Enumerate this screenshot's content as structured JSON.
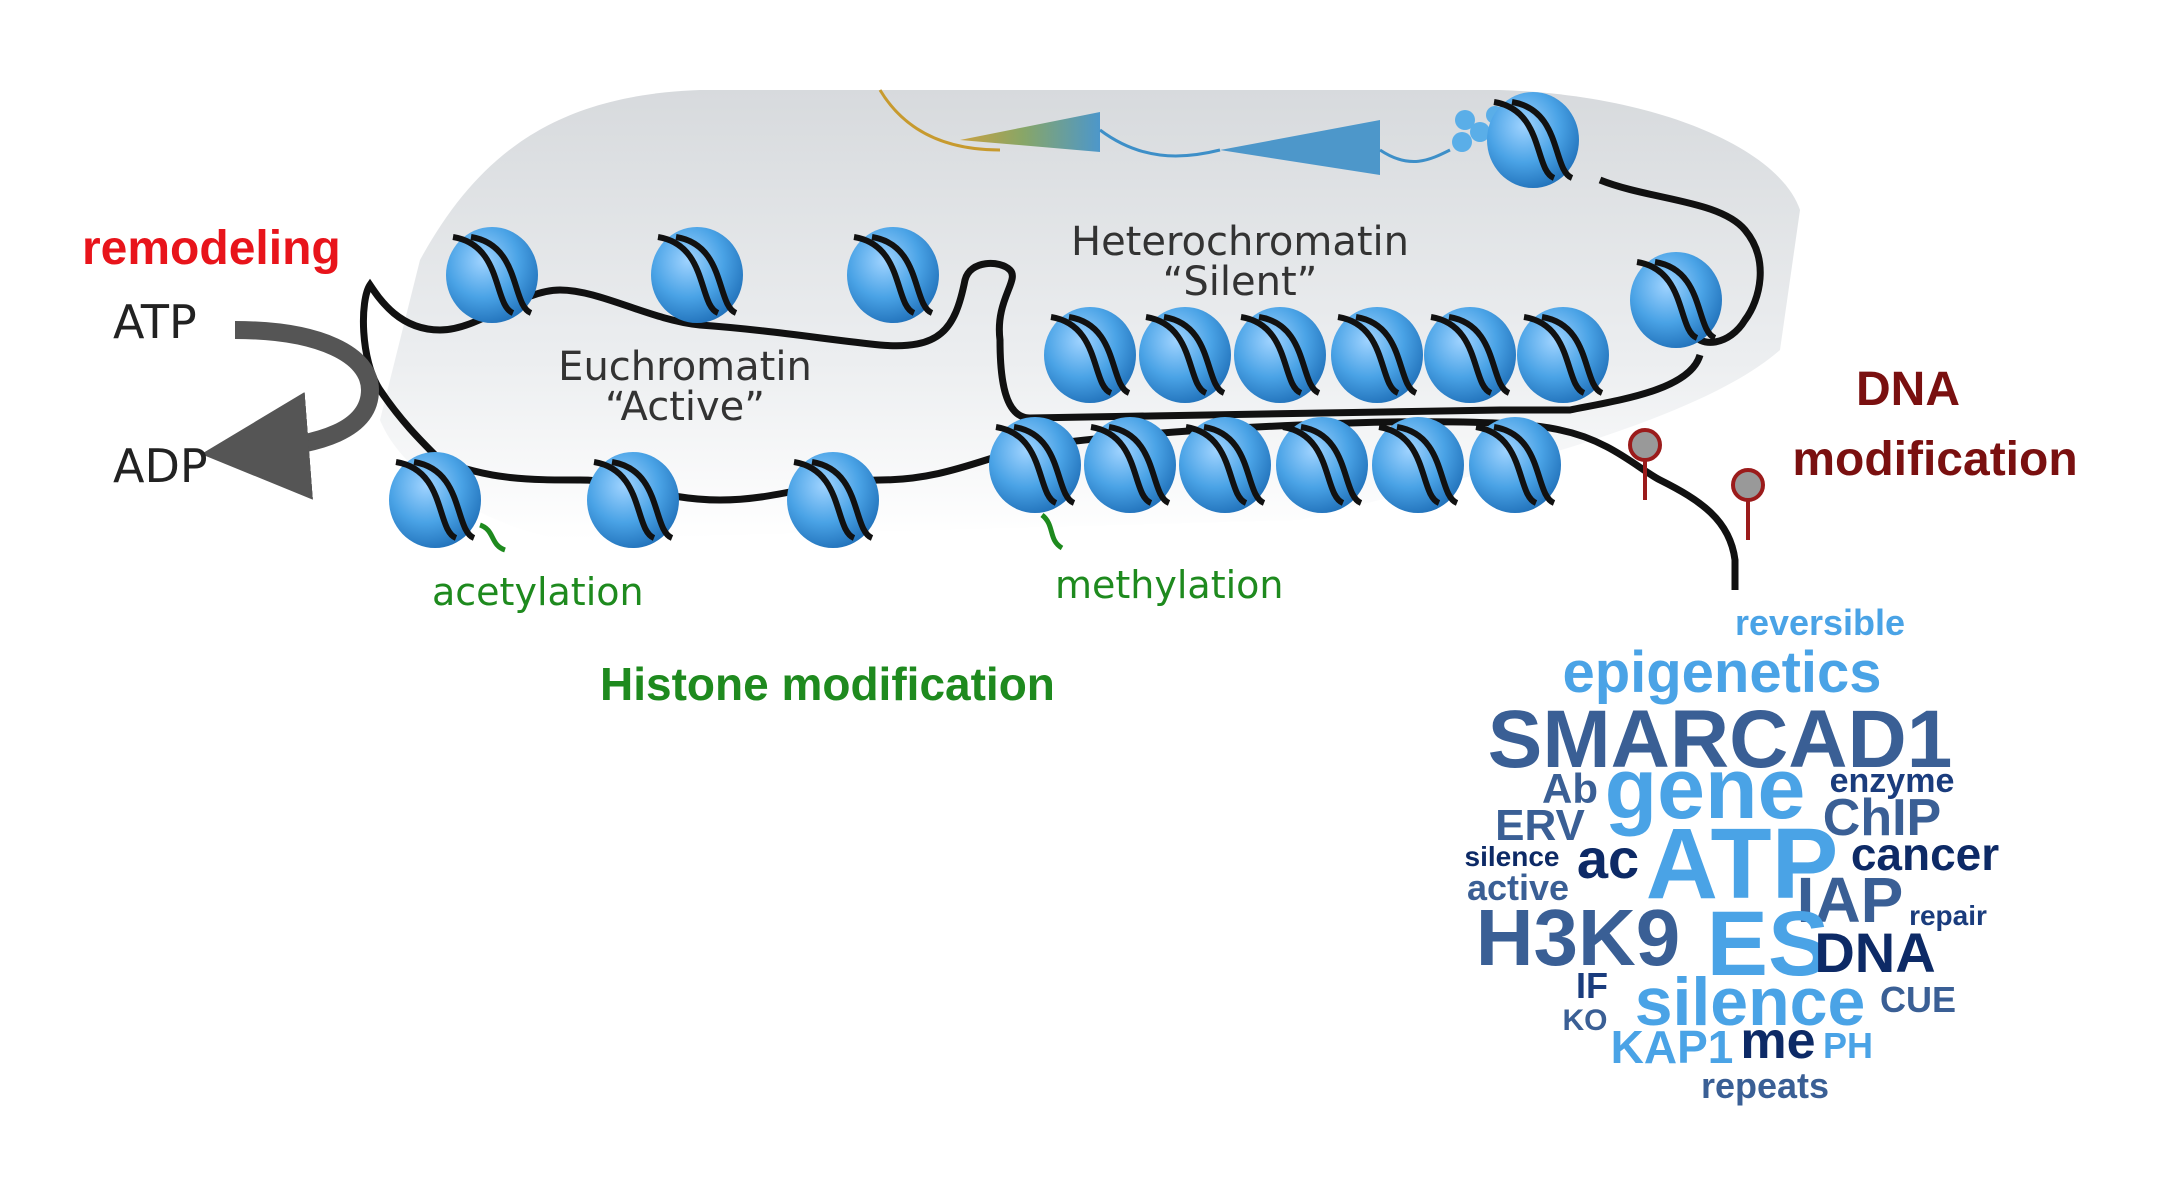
{
  "remodeling": {
    "title": "remodeling",
    "input": "ATP",
    "output": "ADP",
    "title_color": "#e8141b"
  },
  "regions": {
    "euchromatin": {
      "line1": "Euchromatin",
      "line2": "“Active”"
    },
    "heterochromatin": {
      "line1": "Heterochromatin",
      "line2": "“Silent”"
    }
  },
  "marks": {
    "acetylation": "acetylation",
    "methylation": "methylation",
    "color": "#1e8a1e"
  },
  "histone_modification": {
    "label": "Histone modification",
    "color": "#1e8a1e"
  },
  "dna_modification": {
    "line1": "DNA",
    "line2": "modification",
    "color": "#7a1010"
  },
  "colors": {
    "nucleosome": "#4aa3e6",
    "dna": "#111111",
    "background_cloud": "#e9ecef"
  },
  "word_cloud": {
    "palette": [
      "#4aa3e6",
      "#3a5f95",
      "#0d2a66",
      "#1a3c7d",
      "#5b8fc9"
    ],
    "words": [
      {
        "text": "reversible",
        "color": "#4aa3e6"
      },
      {
        "text": "epigenetics",
        "color": "#4aa3e6"
      },
      {
        "text": "SMARCAD1",
        "color": "#3a5f95"
      },
      {
        "text": "Ab",
        "color": "#3a5f95"
      },
      {
        "text": "gene",
        "color": "#4aa3e6"
      },
      {
        "text": "enzyme",
        "color": "#1a3c7d"
      },
      {
        "text": "ERV",
        "color": "#3a5f95"
      },
      {
        "text": "ChIP",
        "color": "#3a5f95"
      },
      {
        "text": "silence",
        "color": "#0d2a66"
      },
      {
        "text": "ac",
        "color": "#0d2a66"
      },
      {
        "text": "ATP",
        "color": "#4aa3e6"
      },
      {
        "text": "cancer",
        "color": "#0d2a66"
      },
      {
        "text": "active",
        "color": "#3a5f95"
      },
      {
        "text": "IAP",
        "color": "#3a5f95"
      },
      {
        "text": "repair",
        "color": "#1a3c7d"
      },
      {
        "text": "H3K9",
        "color": "#3a5f95"
      },
      {
        "text": "ES",
        "color": "#4aa3e6"
      },
      {
        "text": "DNA",
        "color": "#0d2a66"
      },
      {
        "text": "IF",
        "color": "#1a3c7d"
      },
      {
        "text": "silence",
        "color": "#4aa3e6"
      },
      {
        "text": "CUE",
        "color": "#3a5f95"
      },
      {
        "text": "KO",
        "color": "#3a5f95"
      },
      {
        "text": "KAP1",
        "color": "#4aa3e6"
      },
      {
        "text": "me",
        "color": "#0d2a66"
      },
      {
        "text": "PH",
        "color": "#4aa3e6"
      },
      {
        "text": "repeats",
        "color": "#3a5f95"
      }
    ]
  }
}
